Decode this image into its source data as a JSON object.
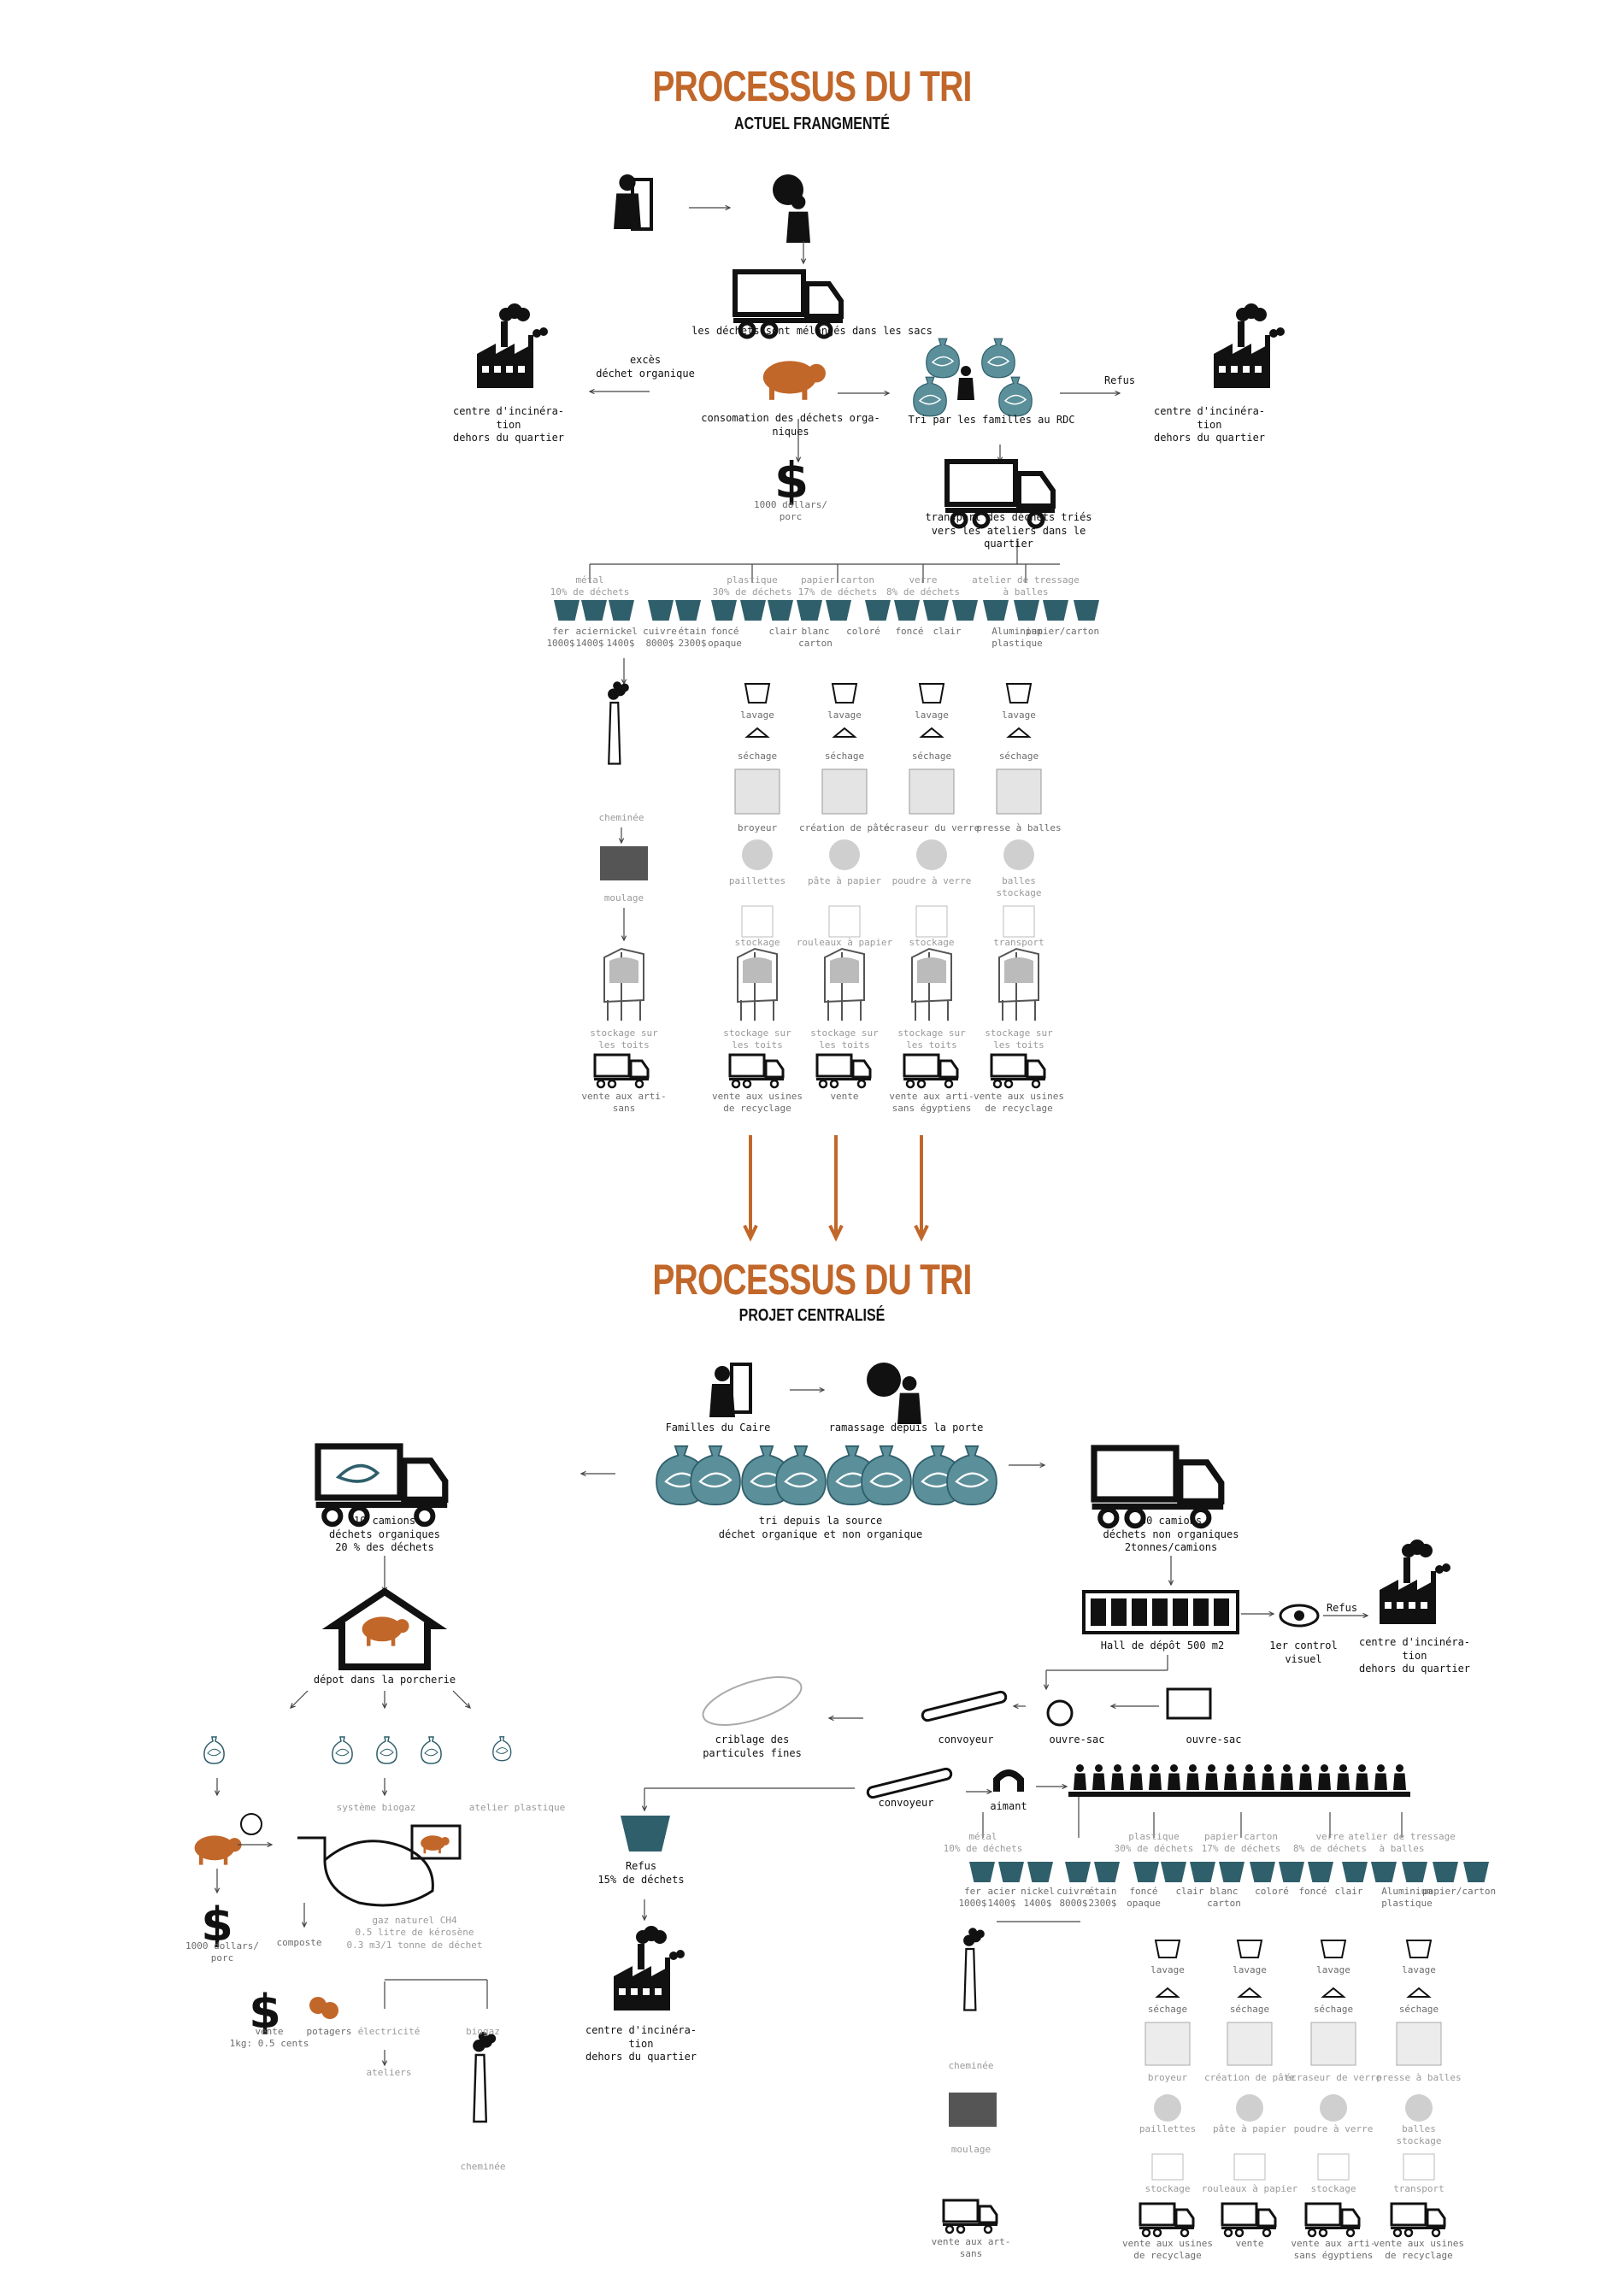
{
  "colors": {
    "accent": "#c2672a",
    "teal": "#2f5f6b",
    "black": "#111111",
    "grey": "#8a8a8a"
  },
  "top": {
    "title": "PROCESSUS DU TRI",
    "subtitle": "ACTUEL FRANGMENTÉ",
    "truck_label": "les déchets sont mélangés dans les sacs",
    "excess_label": "excès\ndéchet organique",
    "incin_left": "centre d'incinéra-\ntion\ndehors du quartier",
    "pig_label": "consomation des déchets orga-\nniques",
    "dollar_label": "1000 dollars/\nporc",
    "family_sort": "Tri par les familles au RDC",
    "refus": "Refus",
    "incin_right": "centre d'incinéra-\ntion\ndehors du quartier",
    "transport_label": "transport des déchets triés\nvers les ateliers dans le\nquartier",
    "categories": [
      "métal\n10% de déchets",
      "plastique\n30% de déchets",
      "papier carton\n17% de déchets",
      "verre\n8% de déchets",
      "atelier de tressage\nà balles"
    ],
    "sub_bins": [
      "fer\n1000$",
      "acier\n1400$",
      "nickel\n1400$",
      "cuivre\n8000$",
      "étain\n2300$",
      "foncé\nopaque",
      "clair",
      "blanc\ncarton",
      "coloré",
      "foncé",
      "clair",
      "Aluminium\nplastique",
      "papier/carton"
    ],
    "metal_chain": [
      "cheminée",
      "moulage",
      "stockage sur\nles toits",
      "vente aux arti-\nsans"
    ],
    "col_lavage": "lavage",
    "col_sechage": "séchage",
    "machines": [
      "broyeur",
      "création de pâte",
      "écraseur du verre",
      "presse à balles"
    ],
    "products": [
      "paillettes",
      "pâte à papier",
      "poudre à verre",
      "balles\nstockage"
    ],
    "stock1": [
      "stockage",
      "rouleaux à papier",
      "stockage",
      "transport"
    ],
    "roof": "stockage sur\nles toits",
    "sales": [
      "vente aux usines\nde recyclage",
      "vente",
      "vente aux arti-\nsans égyptiens",
      "vente aux usines\nde recyclage"
    ]
  },
  "bottom": {
    "title": "PROCESSUS DU TRI",
    "subtitle": "PROJET CENTRALISÉ",
    "familles": "Familles du Caire",
    "ramassage": "ramassage depuis la porte",
    "tri_source": "tri depuis la source\ndéchet organique et non organique",
    "org_trucks": "10 camions\ndéchets organiques\n20 % des déchets",
    "nonorg_trucks": "30 camions\ndéchets non organiques\n2tonnes/camions",
    "porcherie": "dépot dans la porcherie",
    "hall": "Hall de dépôt 500 m2",
    "control": "1er control\nvisuel",
    "refus": "Refus",
    "incin_right": "centre d'incinéra-\ntion\ndehors du quartier",
    "ouvre_sac1": "ouvre-sac",
    "ouvre_sac2": "ouvre-sac",
    "convoyeur1": "convoyeur",
    "convoyeur2": "convoyeur",
    "criblage": "criblage des\nparticules fines",
    "aimant": "aimant",
    "refus15": "Refus\n15% de déchets",
    "incin_bottom": "centre d'incinéra-\ntion\ndehors du quartier",
    "biogaz_system": "système biogaz",
    "atelier_plastique": "atelier plastique",
    "dollar_porc": "1000 dollars/\nporc",
    "compost": "composte",
    "vente_kg": "vente\n1kg: 0.5 cents",
    "potagers": "potagers",
    "gaz": "gaz naturel CH4\n0.5 litre de kérosène\n0.3 m3/1 tonne de déchet",
    "electricite": "électricité",
    "biogaz": "biogaz",
    "ateliers": "ateliers",
    "cheminee": "cheminée",
    "categories": [
      "métal\n10% de déchets",
      "plastique\n30% de déchets",
      "papier carton\n17% de déchets",
      "verre\n8% de déchets",
      "atelier de tressage\nà balles"
    ],
    "sub_bins": [
      "fer\n1000$",
      "acier\n1400$",
      "nickel\n1400$",
      "cuivre\n8000$",
      "étain\n2300$",
      "foncé\nopaque",
      "clair",
      "blanc\ncarton",
      "coloré",
      "foncé",
      "clair",
      "Aluminium\nplastique",
      "papier/carton"
    ],
    "metal_chain": [
      "cheminée",
      "moulage",
      "vente aux art-\nsans"
    ],
    "col_lavage": "lavage",
    "col_sechage": "séchage",
    "machines": [
      "broyeur",
      "création de pâte",
      "écraseur de verre",
      "presse à balles"
    ],
    "products": [
      "paillettes",
      "pâte à papier",
      "poudre à verre",
      "balles\nstockage"
    ],
    "stock1": [
      "stockage",
      "rouleaux à papier",
      "stockage",
      "transport"
    ],
    "sales": [
      "vente aux usines\nde recyclage",
      "vente",
      "vente aux arti-\nsans égyptiens",
      "vente aux usines\nde recyclage"
    ]
  }
}
